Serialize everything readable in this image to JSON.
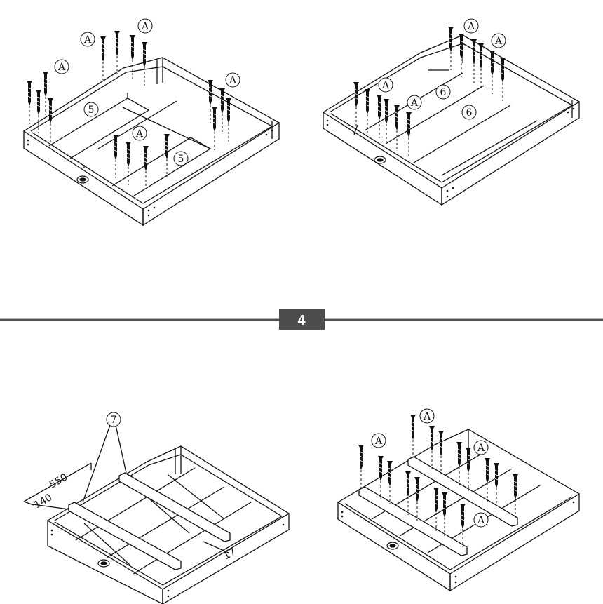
{
  "step": {
    "number": "4"
  },
  "parts": {
    "screw": "A",
    "side_board": "5",
    "floor_board": "6",
    "batten": "7"
  },
  "dimensions": {
    "batten_spacing": "550",
    "batten_offset": "140",
    "edge_gap": "17"
  },
  "colors": {
    "line": "#111111",
    "divider": "#555555",
    "step_box": "#4d4d4d"
  }
}
